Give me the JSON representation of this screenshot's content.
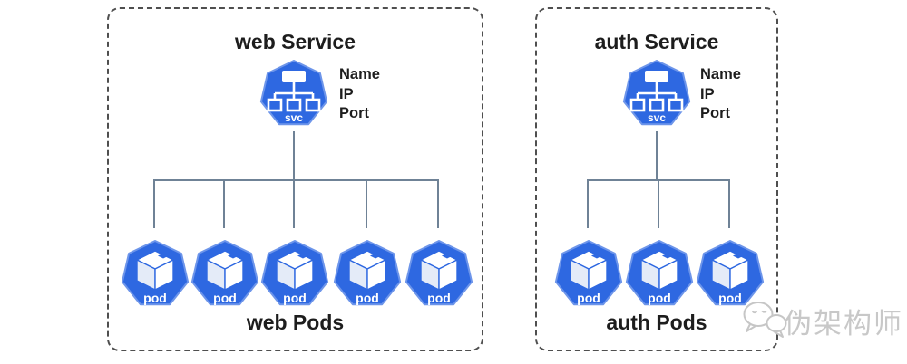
{
  "groups": [
    {
      "title": "web Service",
      "service_label": "svc",
      "properties": [
        "Name",
        "IP",
        "Port"
      ],
      "pod_label": "pod",
      "pod_count": 5,
      "pods_caption": "web Pods"
    },
    {
      "title": "auth Service",
      "service_label": "svc",
      "properties": [
        "Name",
        "IP",
        "Port"
      ],
      "pod_label": "pod",
      "pod_count": 3,
      "pods_caption": "auth Pods"
    }
  ],
  "watermark": {
    "icon": "chat-bubbles-icon",
    "text": "伪架构师"
  },
  "colors": {
    "k8s_blue": "#2e68e1",
    "heptagon_stroke": "#6d95ea",
    "connector_line": "#6f8296",
    "dashed_border": "#4f4f4f",
    "watermark_gray": "#c8c8c8",
    "text_dark": "#1d1d1d"
  }
}
